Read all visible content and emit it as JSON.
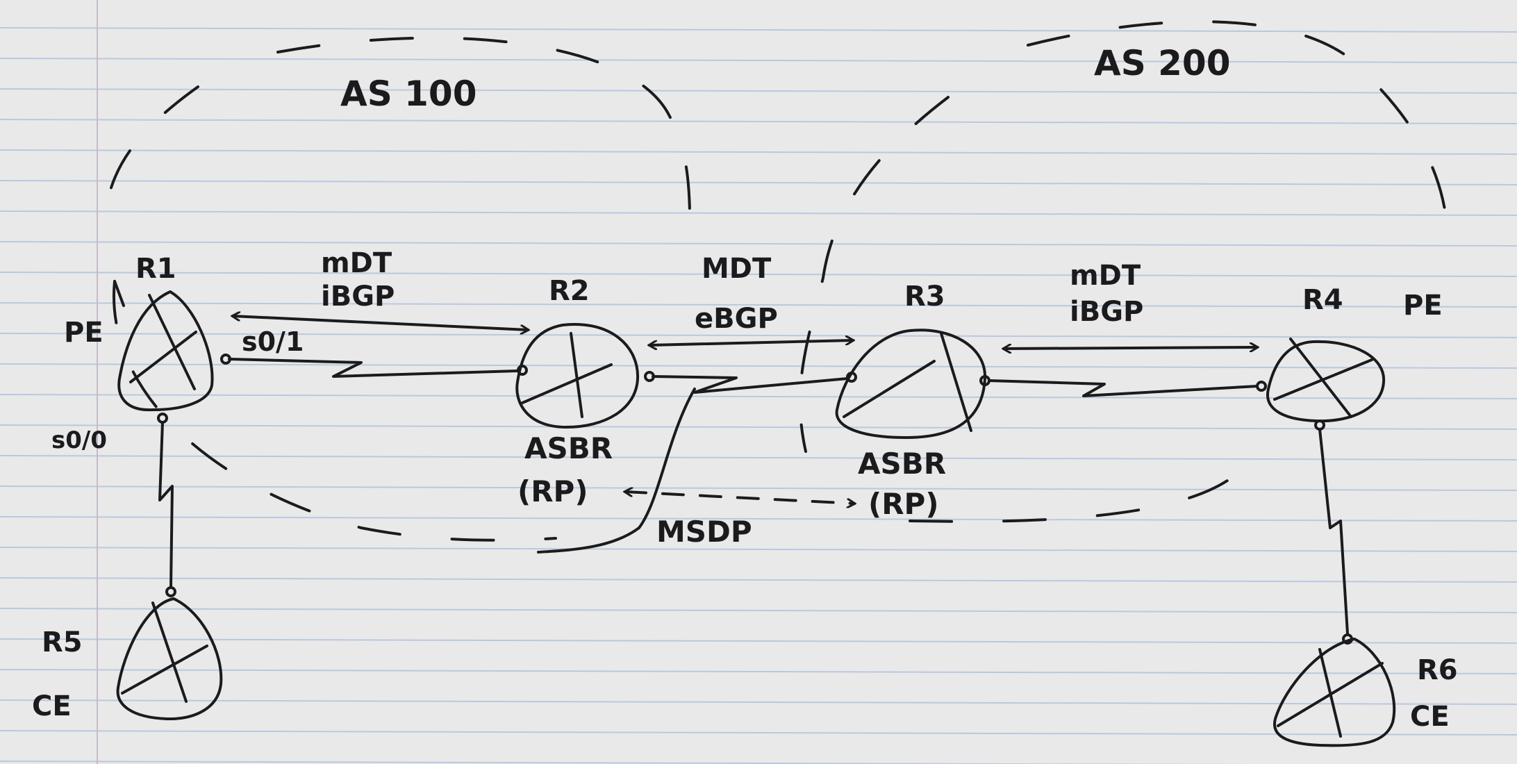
{
  "colors": {
    "paper": "#e9e9ea",
    "ink": "#1b1b1d",
    "rule_line": "#b9c9dc",
    "margin_line": "#c7b9c9"
  },
  "labels": {
    "as100": "AS 100",
    "as200": "AS 200",
    "r1": "R1",
    "r2": "R2",
    "r3": "R3",
    "r4": "R4",
    "r5": "R5",
    "r6": "R6",
    "pe_left": "PE",
    "pe_right": "PE",
    "ce_left": "CE",
    "ce_right": "CE",
    "if_s01": "s0/1",
    "if_s00": "s0/0",
    "link_r1_r2_top": "mDT",
    "link_r1_r2_bottom": "iBGP",
    "link_r2_r3_top": "MDT",
    "link_r2_r3_bottom": "eBGP",
    "link_r3_r4_top": "mDT",
    "link_r3_r4_bottom": "iBGP",
    "asbr_left": "ASBR",
    "rp_left": "(RP)",
    "asbr_right": "ASBR",
    "rp_right": "(RP)",
    "msdp": "MSDP"
  }
}
